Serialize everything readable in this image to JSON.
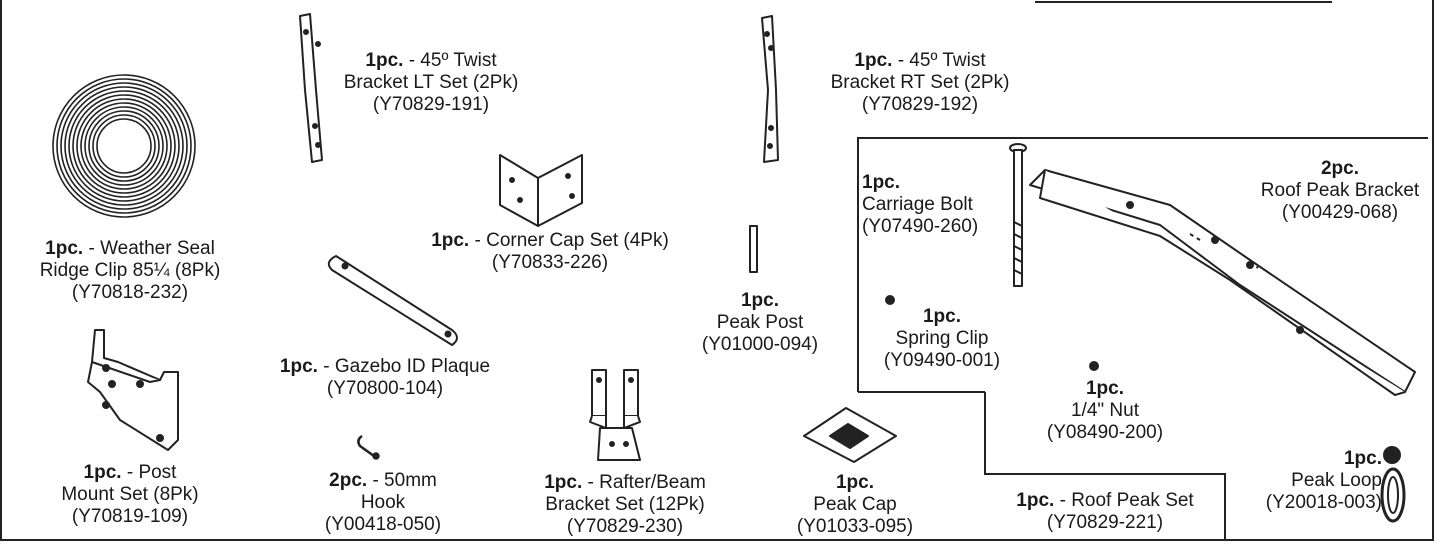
{
  "parts": [
    {
      "qty": "1pc.",
      "name_line1": " - 45º Twist",
      "name_line2": "Bracket LT Set (2Pk)",
      "code": "(Y70829-191)",
      "icon": "twist-bracket-lt"
    },
    {
      "qty": "1pc.",
      "name_line1": " - 45º Twist",
      "name_line2": "Bracket RT Set (2Pk)",
      "code": "(Y70829-192)",
      "icon": "twist-bracket-rt"
    },
    {
      "qty": "1pc.",
      "name_line1": " - Weather Seal",
      "name_line2": "Ridge Clip 85¼ (8Pk)",
      "code": "(Y70818-232)",
      "icon": "weather-seal-coil"
    },
    {
      "qty": "1pc.",
      "name_line1": " - Corner Cap Set (4Pk)",
      "code": "(Y70833-226)",
      "icon": "corner-cap"
    },
    {
      "qty": "1pc.",
      "name_line1": "Peak Post",
      "code": "(Y01000-094)",
      "icon": "peak-post"
    },
    {
      "qty": "1pc.",
      "name_line1": " - Gazebo ID Plaque",
      "code": "(Y70800-104)",
      "icon": "id-plaque"
    },
    {
      "qty": "1pc.",
      "name_line1": " - Post",
      "name_line2": "Mount Set (8Pk)",
      "code": "(Y70819-109)",
      "icon": "post-mount"
    },
    {
      "qty": "2pc.",
      "name_line1": " - 50mm",
      "name_line2": "Hook",
      "code": "(Y00418-050)",
      "icon": "hook"
    },
    {
      "qty": "1pc.",
      "name_line1": " - Rafter/Beam",
      "name_line2": "Bracket Set (12Pk)",
      "code": "(Y70829-230)",
      "icon": "rafter-bracket"
    },
    {
      "qty": "1pc.",
      "name_line1": "Peak Cap",
      "code": "(Y01033-095)",
      "icon": "peak-cap"
    },
    {
      "qty": "1pc.",
      "name_line1": "Carriage Bolt",
      "code": "(Y07490-260)",
      "icon": "carriage-bolt"
    },
    {
      "qty": "2pc.",
      "name_line1": "Roof Peak Bracket",
      "code": "(Y00429-068)",
      "icon": "roof-peak-bracket"
    },
    {
      "qty": "1pc.",
      "name_line1": "Spring Clip",
      "code": "(Y09490-001)",
      "icon": "spring-clip"
    },
    {
      "qty": "1pc.",
      "name_line1": "1/4\" Nut",
      "code": "(Y08490-200)",
      "icon": "nut"
    },
    {
      "qty": "1pc.",
      "name_line1": "Peak Loop",
      "code": "(Y20018-003)",
      "icon": "peak-loop"
    },
    {
      "qty": "1pc.",
      "name_line1": " - Roof Peak Set",
      "code": "(Y70829-221)",
      "icon": "roof-peak-set"
    }
  ]
}
